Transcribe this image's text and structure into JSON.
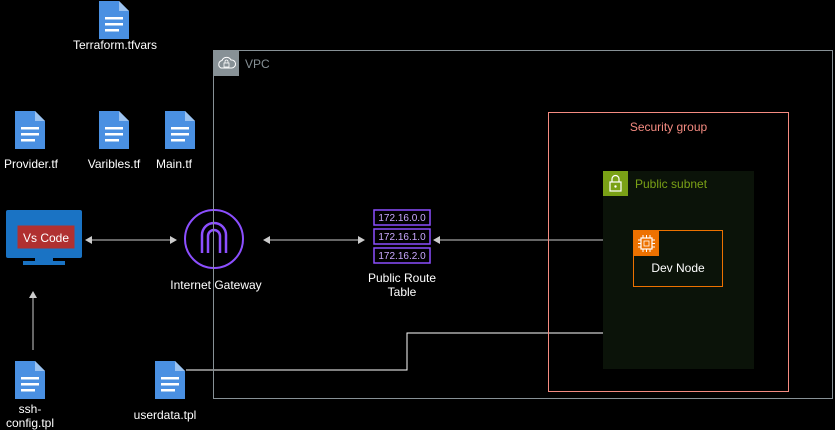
{
  "files": {
    "terraform_tfvars": "Terraform.tfvars",
    "provider_tf": "Provider.tf",
    "varibles_tf": "Varibles.tf",
    "main_tf": "Main.tf",
    "ssh_config_tpl": "ssh-\nconfig.tpl",
    "userdata_tpl": "userdata.tpl"
  },
  "vscode": {
    "label": "Vs Code"
  },
  "internet_gateway": {
    "label": "Internet Gateway"
  },
  "route_table": {
    "label": "Public Route\nTable",
    "routes": [
      "172.16.0.0",
      "172.16.1.0",
      "172.16.2.0"
    ]
  },
  "vpc": {
    "label": "VPC"
  },
  "security_group": {
    "label": "Security group"
  },
  "public_subnet": {
    "label": "Public subnet"
  },
  "dev_node": {
    "label": "Dev Node"
  },
  "colors": {
    "background": "#000000",
    "file_icon": "#4a90e2",
    "vpc_border": "#879196",
    "security_group": "#f58b81",
    "subnet": "#7aa116",
    "ec2": "#ed7100",
    "gateway": "#8c4fff",
    "connector": "#cccccc"
  },
  "icons": {
    "file": "document-icon",
    "vpc": "cloud-lock-icon",
    "subnet": "padlock-icon",
    "ec2": "chip-icon",
    "gateway": "internet-gateway-icon",
    "route_table": "route-table-icon",
    "monitor": "monitor-icon"
  }
}
